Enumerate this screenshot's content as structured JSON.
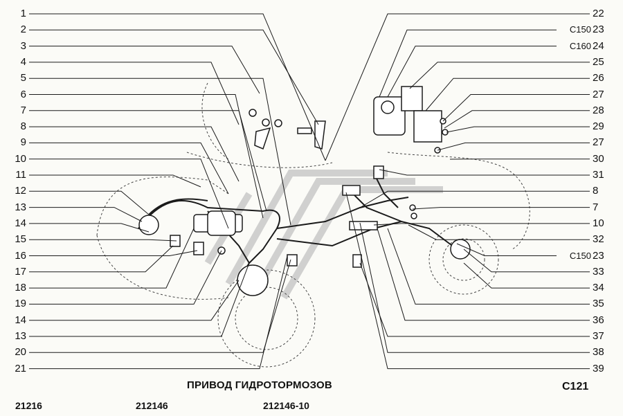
{
  "title": "ПРИВОД ГИДРОТОРМОЗОВ",
  "code": "C121",
  "models": [
    "21216",
    "212146",
    "212146-10"
  ],
  "left_labels": [
    "1",
    "2",
    "3",
    "4",
    "5",
    "6",
    "7",
    "8",
    "9",
    "10",
    "11",
    "12",
    "13",
    "14",
    "15",
    "16",
    "17",
    "18",
    "19",
    "14",
    "13",
    "20",
    "21"
  ],
  "right_labels": [
    "22",
    "23",
    "24",
    "25",
    "26",
    "27",
    "28",
    "29",
    "27",
    "30",
    "31",
    "8",
    "7",
    "10",
    "32",
    "23",
    "33",
    "34",
    "35",
    "36",
    "37",
    "38",
    "39"
  ],
  "right_prefixes": {
    "1": "C150",
    "2": "C160",
    "15": "C150"
  },
  "colors": {
    "line": "#1a1a1a",
    "watermark": "#b9b9b9",
    "background": "#fbfbf7"
  }
}
